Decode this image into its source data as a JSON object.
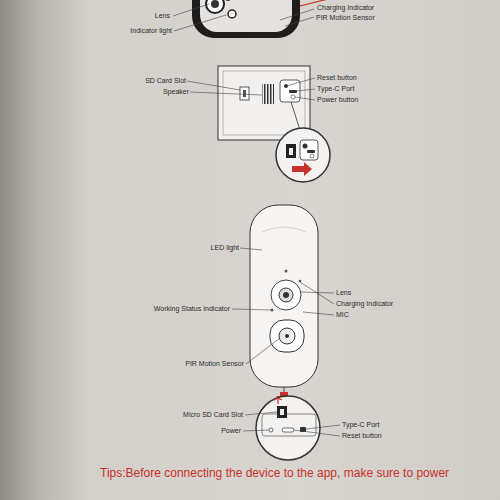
{
  "diagram": {
    "labels": [
      "Lens",
      "Indicator light",
      "Charging Indicator",
      "PIR Motion Sensor",
      "SD Card Slot",
      "Speaker",
      "Reset button",
      "Type-C Port",
      "Power button",
      "LED light",
      "Lens",
      "Charging Indicator",
      "MIC",
      "Working Status Indicator",
      "PIR Motion Sensor",
      "Micro SD Card Slot",
      "Power",
      "Type-C Port",
      "Reset button",
      "Tips:Before connecting the device to the app, make sure to power"
    ]
  }
}
